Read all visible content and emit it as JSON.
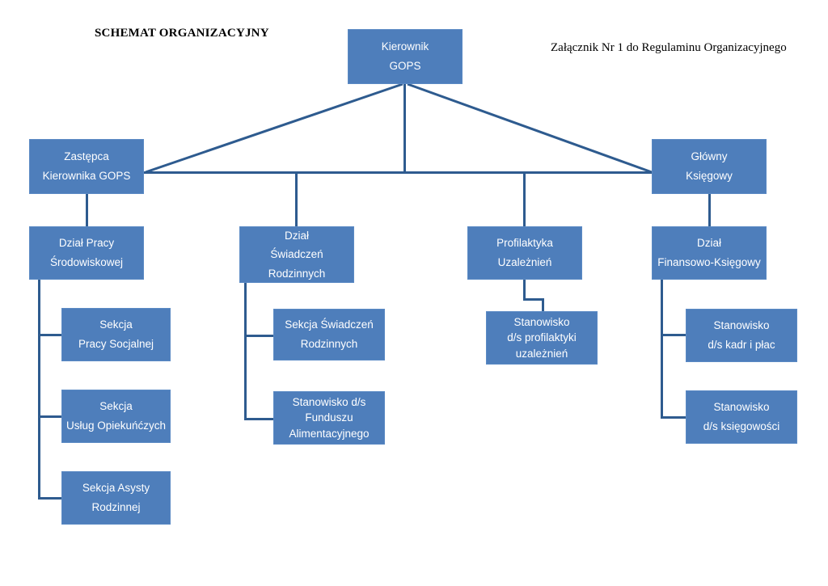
{
  "document": {
    "title": "SCHEMAT ORGANIZACYJNY",
    "annex_note": "Załącznik Nr 1 do Regulaminu Organizacyjnego"
  },
  "theme": {
    "box_fill": "#4E7EBB",
    "box_border": "#5B8AC4",
    "box_text": "#FFFFFF",
    "connector": "#2E5B8F",
    "background": "#FFFFFF"
  },
  "chart_data": {
    "type": "diagram",
    "subtype": "organizational-chart",
    "title": "SCHEMAT ORGANIZACYJNY",
    "nodes": [
      {
        "id": "kierownik",
        "lines": [
          "Kierownik",
          "GOPS"
        ],
        "level": 0,
        "parent": null
      },
      {
        "id": "zastepca",
        "lines": [
          "Zastępca",
          "Kierownika GOPS"
        ],
        "level": 1,
        "parent": "kierownik"
      },
      {
        "id": "glowny-ksiegowy",
        "lines": [
          "Główny",
          "Księgowy"
        ],
        "level": 1,
        "parent": "kierownik"
      },
      {
        "id": "dzial-pracy",
        "lines": [
          "Dział Pracy",
          "Środowiskowej"
        ],
        "level": 2,
        "parent": "zastepca"
      },
      {
        "id": "dzial-swiadczen",
        "lines": [
          "Dział",
          "Świadczeń",
          "Rodzinnych"
        ],
        "level": 2,
        "parent": "kierownik"
      },
      {
        "id": "profilaktyka",
        "lines": [
          "Profilaktyka",
          "Uzależnień"
        ],
        "level": 2,
        "parent": "kierownik"
      },
      {
        "id": "dzial-finansowy",
        "lines": [
          "Dział",
          "Finansowo-Księgowy"
        ],
        "level": 2,
        "parent": "glowny-ksiegowy"
      },
      {
        "id": "sekcja-pracy",
        "lines": [
          "Sekcja",
          "Pracy Socjalnej"
        ],
        "level": 3,
        "parent": "dzial-pracy"
      },
      {
        "id": "sekcja-uslug",
        "lines": [
          "Sekcja",
          "Usług Opiekuńćzych"
        ],
        "level": 3,
        "parent": "dzial-pracy"
      },
      {
        "id": "sekcja-asysty",
        "lines": [
          "Sekcja Asysty",
          "Rodzinnej"
        ],
        "level": 3,
        "parent": "dzial-pracy"
      },
      {
        "id": "sekcja-swiadczen",
        "lines": [
          "Sekcja Świadczeń",
          "Rodzinnych"
        ],
        "level": 3,
        "parent": "dzial-swiadczen"
      },
      {
        "id": "stanowisko-fa",
        "lines": [
          "Stanowisko d/s",
          "Funduszu",
          "Alimentacyjnego"
        ],
        "level": 3,
        "parent": "dzial-swiadczen"
      },
      {
        "id": "stanowisko-prof",
        "lines": [
          "Stanowisko",
          "d/s profilaktyki",
          "uzależnień"
        ],
        "level": 3,
        "parent": "profilaktyka"
      },
      {
        "id": "stanowisko-kadry",
        "lines": [
          "Stanowisko",
          "d/s kadr i płac"
        ],
        "level": 3,
        "parent": "dzial-finansowy"
      },
      {
        "id": "stanowisko-ksieg",
        "lines": [
          "Stanowisko",
          "d/s księgowości"
        ],
        "level": 3,
        "parent": "dzial-finansowy"
      }
    ]
  },
  "nodes": {
    "kierownik": {
      "line1": "Kierownik",
      "line2": "GOPS"
    },
    "zastepca": {
      "line1": "Zastępca",
      "line2": "Kierownika GOPS"
    },
    "glowny_ksiegowy": {
      "line1": "Główny",
      "line2": "Księgowy"
    },
    "dzial_pracy": {
      "line1": "Dział Pracy",
      "line2": "Środowiskowej"
    },
    "dzial_swiadczen": {
      "line1": "Dział",
      "line2": "Świadczeń",
      "line3": "Rodzinnych"
    },
    "profilaktyka": {
      "line1": "Profilaktyka",
      "line2": "Uzależnień"
    },
    "dzial_finansowy": {
      "line1": "Dział",
      "line2": "Finansowo-Księgowy"
    },
    "sekcja_pracy": {
      "line1": "Sekcja",
      "line2": "Pracy Socjalnej"
    },
    "sekcja_uslug": {
      "line1": "Sekcja",
      "line2": "Usług Opiekuńćzych"
    },
    "sekcja_asysty": {
      "line1": "Sekcja Asysty",
      "line2": "Rodzinnej"
    },
    "sekcja_swiadczen": {
      "line1": "Sekcja Świadczeń",
      "line2": "Rodzinnych"
    },
    "stanowisko_fa": {
      "line1": "Stanowisko d/s",
      "line2": "Funduszu",
      "line3": "Alimentacyjnego"
    },
    "stanowisko_prof": {
      "line1": "Stanowisko",
      "line2": "d/s profilaktyki",
      "line3": "uzależnień"
    },
    "stanowisko_kadry": {
      "line1": "Stanowisko",
      "line2": "d/s kadr i płac"
    },
    "stanowisko_ksieg": {
      "line1": "Stanowisko",
      "line2": "d/s księgowości"
    }
  }
}
